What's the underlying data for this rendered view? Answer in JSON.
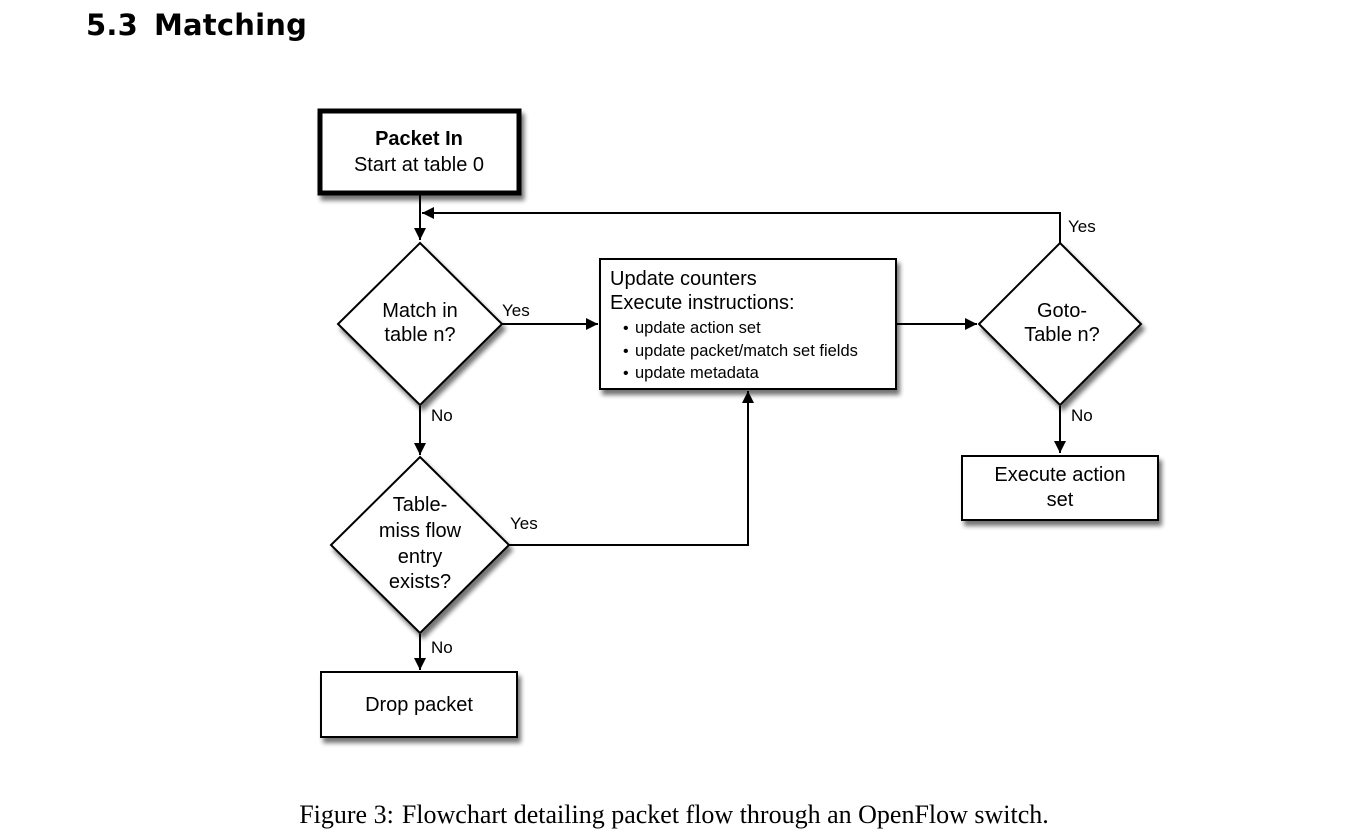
{
  "section": {
    "number": "5.3",
    "title": "Matching"
  },
  "nodes": {
    "packet_in": {
      "line1": "Packet In",
      "line2": "Start at table 0"
    },
    "match": {
      "line1": "Match in",
      "line2": "table n?"
    },
    "update": {
      "line1": "Update counters",
      "line2": "Execute instructions:",
      "bullets": [
        "update action set",
        "update packet/match set fields",
        "update metadata"
      ]
    },
    "goto": {
      "line1": "Goto-",
      "line2": "Table n?"
    },
    "execute": {
      "line1": "Execute action",
      "line2": "set"
    },
    "tablemiss": {
      "line1": "Table-",
      "line2": "miss flow",
      "line3": "entry",
      "line4": "exists?"
    },
    "drop": {
      "line1": "Drop packet"
    }
  },
  "edges": {
    "match_yes": "Yes",
    "match_no": "No",
    "goto_yes": "Yes",
    "goto_no": "No",
    "tablemiss_yes": "Yes",
    "tablemiss_no": "No"
  },
  "bullet_symbol": "•",
  "caption": {
    "label": "Figure 3:",
    "text": "Flowchart detailing packet flow through an OpenFlow switch."
  }
}
